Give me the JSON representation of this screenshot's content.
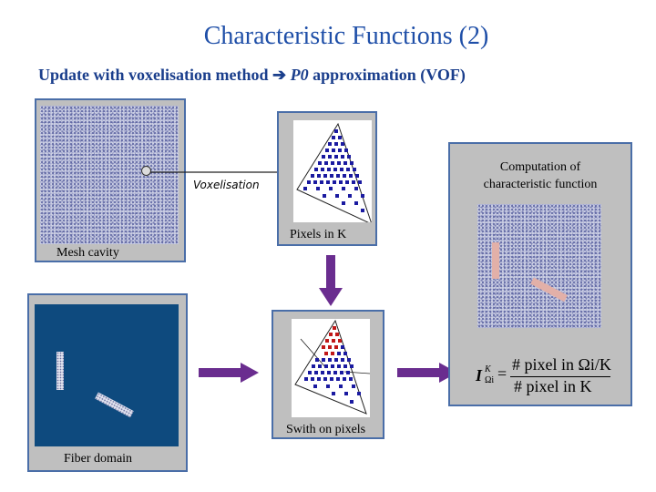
{
  "title": "Characteristic Functions (2)",
  "subtitle": {
    "prefix": "Update with voxelisation method",
    "arrow": "➔",
    "p0": "P0",
    "suffix": "approximation (VOF)"
  },
  "labels": {
    "mesh_cavity": "Mesh cavity",
    "fiber_domain": "Fiber domain",
    "voxelisation": "Voxelisation",
    "pixels_in_k": "Pixels in K",
    "swith_on_pixels": "Swith on pixels",
    "computation_line1": "Computation of",
    "computation_line2": "characteristic function"
  },
  "formula": {
    "lhs_symbol": "I",
    "lhs_sup": "K",
    "lhs_sub": "Ωi",
    "equals": "=",
    "numerator": "# pixel in Ωi/K",
    "denominator": "# pixel in K"
  },
  "colors": {
    "title": "#1f4fa8",
    "panel_border": "#4a6ea8",
    "panel_fill": "#bfbfbf",
    "fiber_bg": "#0e4a7e",
    "arrow_purple": "#6a2d8f",
    "pixel_blue": "#1a1aa0",
    "pixel_red": "#c01818"
  }
}
